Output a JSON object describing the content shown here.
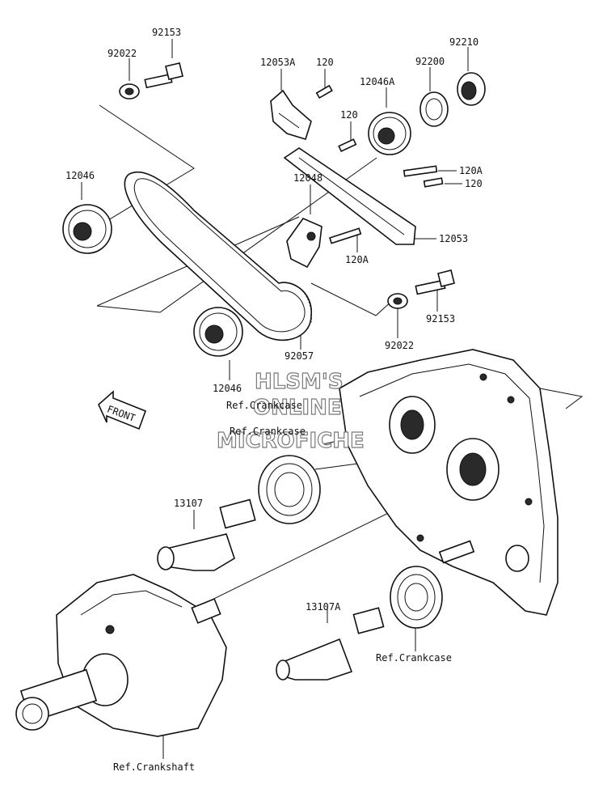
{
  "labels": {
    "p92153_top": "92153",
    "p92022_top": "92022",
    "p12053A": "12053A",
    "p120_a": "120",
    "p12046A": "12046A",
    "p92200": "92200",
    "p92210": "92210",
    "p120_b": "120",
    "p120A_a": "120A",
    "p120_c": "120",
    "p12046_left": "12046",
    "p12048": "12048",
    "p12053": "12053",
    "p120A_b": "120A",
    "p92153_mid": "92153",
    "p92022_mid": "92022",
    "p92057": "92057",
    "p12046_bottom": "12046",
    "ref_crankcase_1": "Ref.Crankcase",
    "ref_crankcase_2": "Ref.Crankcase",
    "p13107": "13107",
    "p13107A": "13107A",
    "ref_crankcase_3": "Ref.Crankcase",
    "ref_crankshaft": "Ref.Crankshaft",
    "front": "FRONT"
  },
  "watermark": {
    "line1": "HLSM'S",
    "line2": "ONLINE",
    "line3": "MICROFICHE"
  }
}
